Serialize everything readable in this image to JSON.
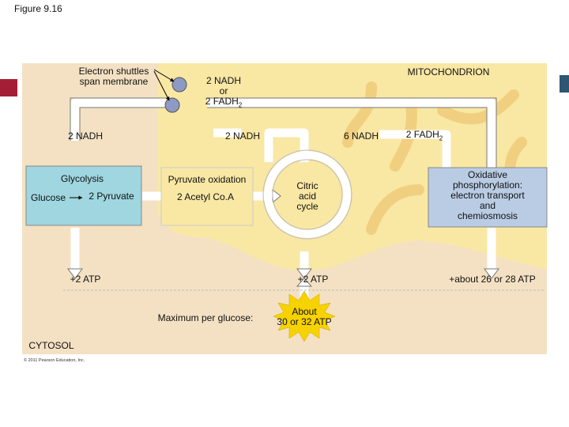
{
  "figure_title": "Figure 9.16",
  "labels": {
    "electron_shuttles": [
      "Electron shuttles",
      "span membrane"
    ],
    "mitochondrion": "MITOCHONDRION",
    "nadh_or_fadh": [
      "2 NADH",
      "or",
      "2 FADH"
    ],
    "fadh_sub": "2",
    "nadh_left": "2 NADH",
    "nadh_center": "2 NADH",
    "nadh_six": "6 NADH",
    "fadh_right": "2 FADH",
    "glycolysis": "Glycolysis",
    "glucose": "Glucose",
    "pyruvate": "2 Pyruvate",
    "pyruvate_oxidation": "Pyruvate oxidation",
    "acetyl_coa": "2 Acetyl Co.A",
    "citric_acid_cycle": [
      "Citric",
      "acid",
      "cycle"
    ],
    "oxidative": [
      "Oxidative",
      "phosphorylation:",
      "electron transport",
      "and",
      "chemiosmosis"
    ],
    "atp_left": "+2 ATP",
    "atp_center": "+2 ATP",
    "atp_right": "+about 26 or 28 ATP",
    "max_per_glucose": "Maximum per glucose:",
    "about_total": [
      "About",
      "30 or 32 ATP"
    ],
    "cytosol": "CYTOSOL",
    "copyright": "© 2011 Pearson Education, Inc."
  },
  "colors": {
    "cytosol_bg": "#f4e1c3",
    "mito_bg": "#f9e7a4",
    "crista": "#f0d080",
    "glycolysis_box": "#9fd6df",
    "ox_phos_box": "#b9cce4",
    "starburst": "#f6d200",
    "shuttle": "#8e99c4",
    "side_tab": "#a41f35",
    "side_tab_right": "#2f5673"
  }
}
